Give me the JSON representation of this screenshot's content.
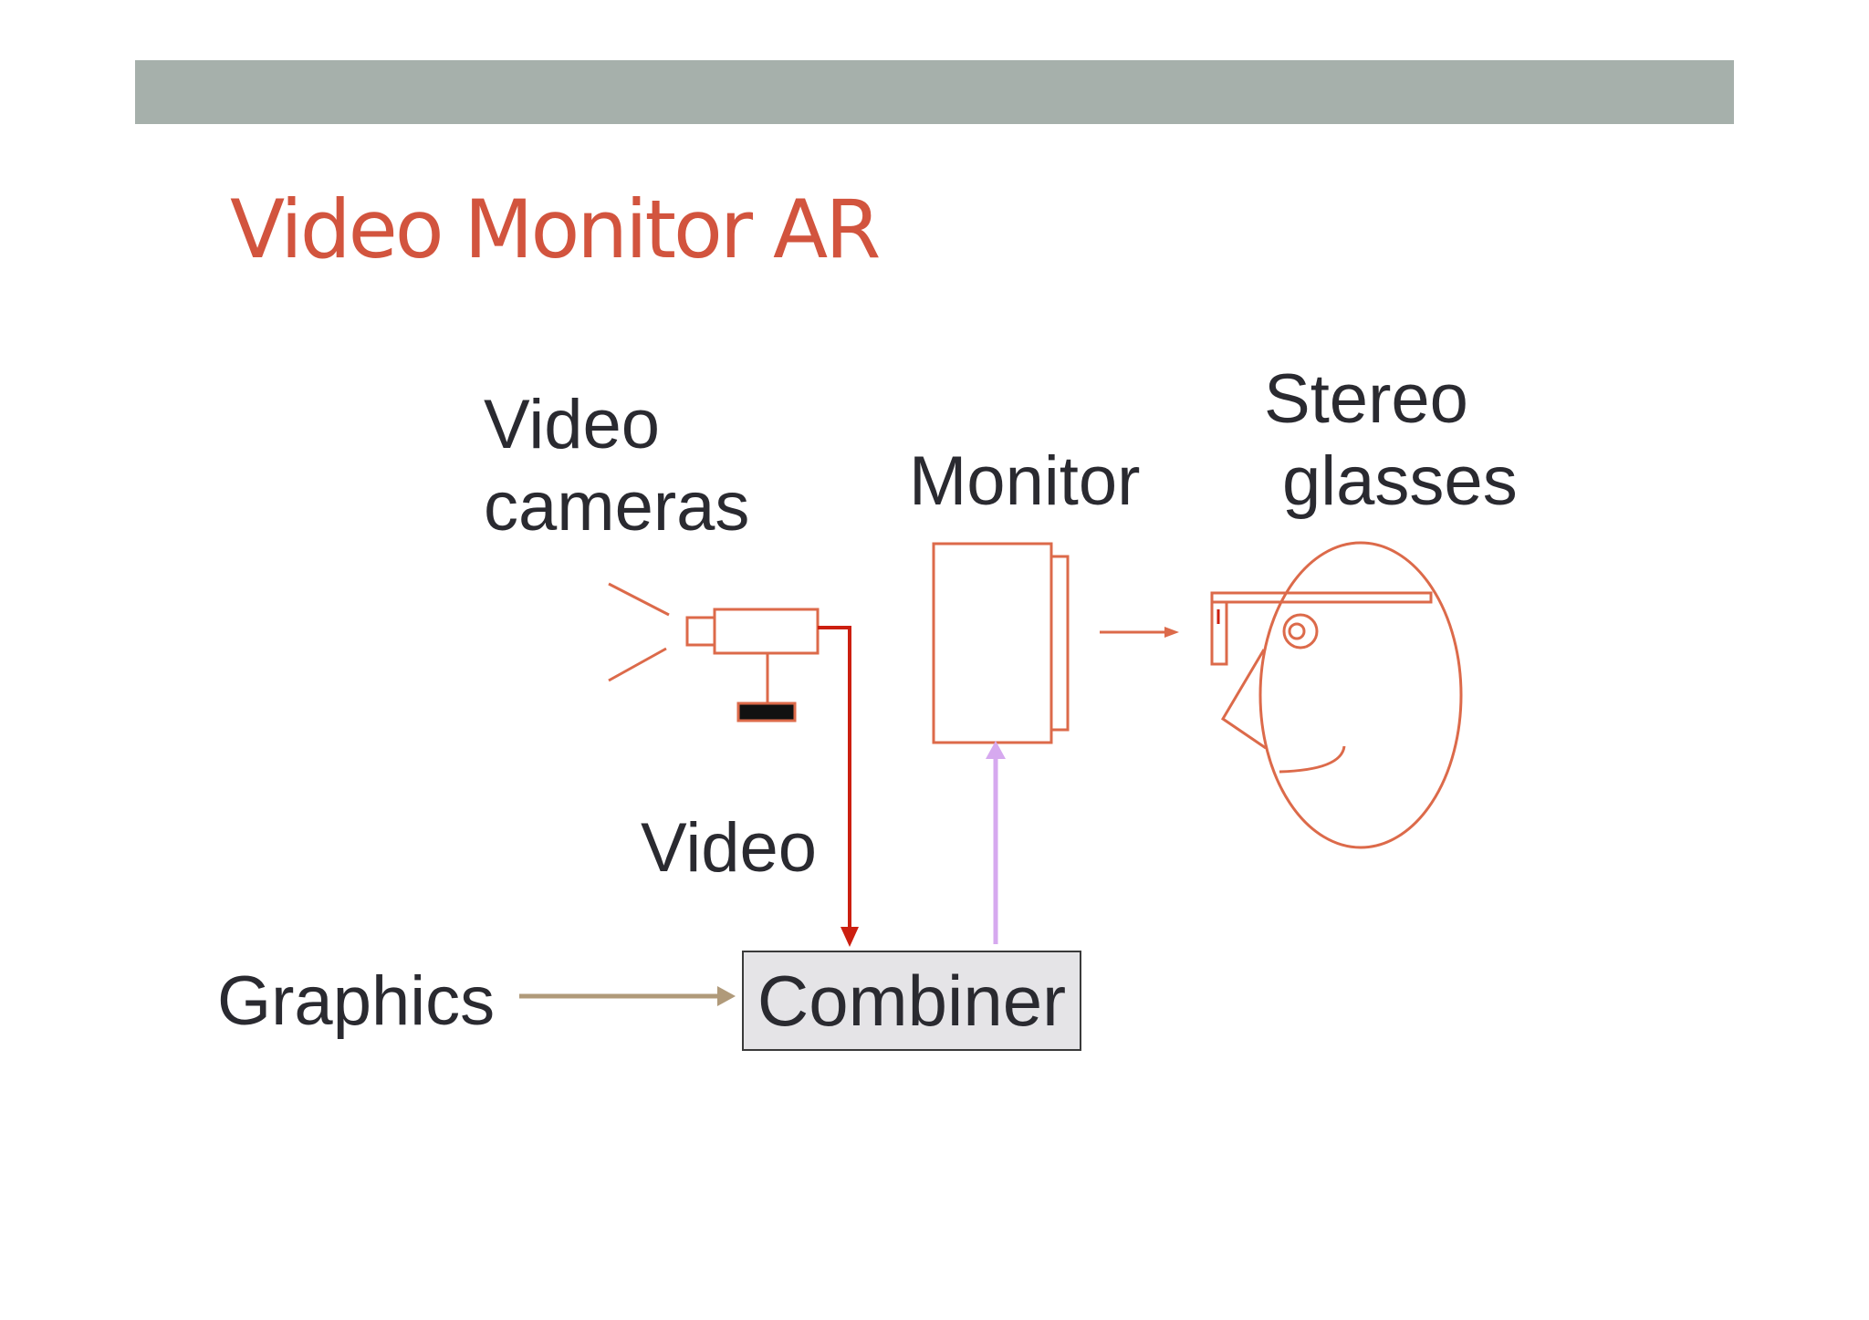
{
  "title": "Video Monitor AR",
  "labels": {
    "video_cameras_line1": "Video",
    "video_cameras_line2": "cameras",
    "monitor": "Monitor",
    "stereo_line1": "Stereo",
    "stereo_line2": "glasses",
    "video_signal": "Video",
    "graphics": "Graphics",
    "combiner": "Combiner"
  },
  "colors": {
    "title": "#d2543e",
    "header_bar": "#a6b0ab",
    "drawing": "#dc6a4a",
    "video_arrow": "#cc1f10",
    "combiner_to_monitor_arrow": "#d6a9ef",
    "graphics_arrow": "#b09a7a",
    "combiner_fill": "#e5e4e7"
  }
}
